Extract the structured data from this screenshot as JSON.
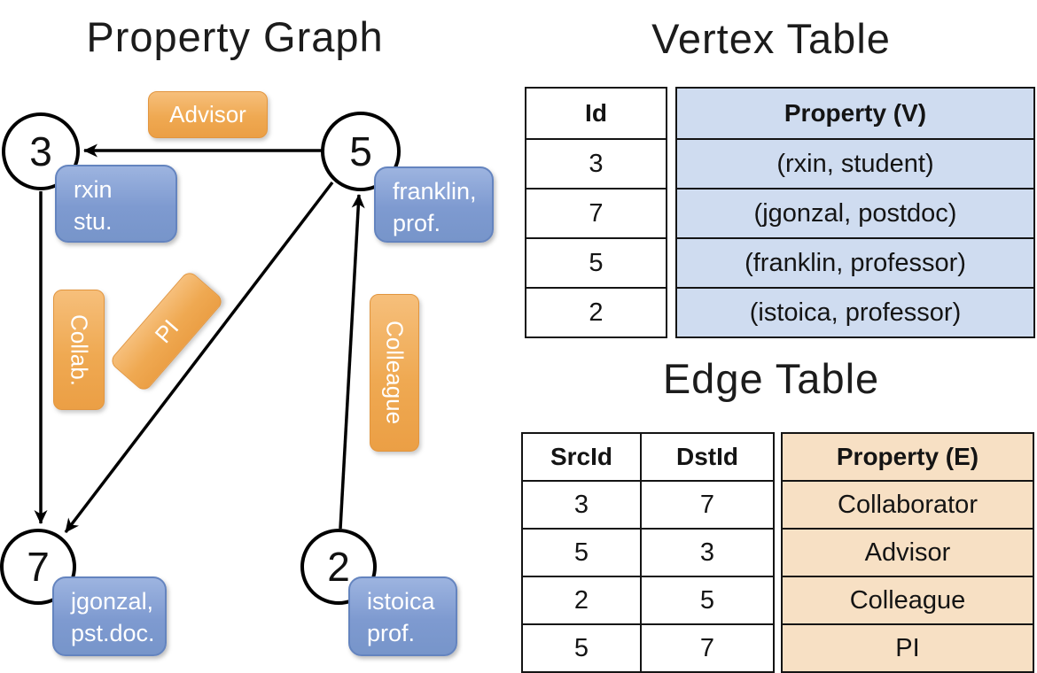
{
  "titles": {
    "graph": "Property Graph",
    "vertex_table": "Vertex Table",
    "edge_table": "Edge Table"
  },
  "graph": {
    "nodes": [
      {
        "id": "3",
        "label_line1": "rxin",
        "label_line2": "stu."
      },
      {
        "id": "5",
        "label_line1": "franklin,",
        "label_line2": "prof."
      },
      {
        "id": "7",
        "label_line1": "jgonzal,",
        "label_line2": "pst.doc."
      },
      {
        "id": "2",
        "label_line1": "istoica",
        "label_line2": "prof."
      }
    ],
    "edge_labels": {
      "advisor": "Advisor",
      "collab": "Collab.",
      "pi": "PI",
      "colleague": "Colleague"
    }
  },
  "vertex_table": {
    "headers": {
      "id": "Id",
      "property": "Property (V)"
    },
    "rows": [
      {
        "id": "3",
        "property": "(rxin, student)"
      },
      {
        "id": "7",
        "property": "(jgonzal, postdoc)"
      },
      {
        "id": "5",
        "property": "(franklin, professor)"
      },
      {
        "id": "2",
        "property": "(istoica, professor)"
      }
    ]
  },
  "edge_table": {
    "headers": {
      "src": "SrcId",
      "dst": "DstId",
      "property": "Property (E)"
    },
    "rows": [
      {
        "src": "3",
        "dst": "7",
        "property": "Collaborator"
      },
      {
        "src": "5",
        "dst": "3",
        "property": "Advisor"
      },
      {
        "src": "2",
        "dst": "5",
        "property": "Colleague"
      },
      {
        "src": "5",
        "dst": "7",
        "property": "PI"
      }
    ]
  },
  "colors": {
    "vertex_fill": "#cfdcf0",
    "edge_fill": "#f7e0c4",
    "vertex_label": "#7e9ad0",
    "edge_label": "#efa952"
  }
}
